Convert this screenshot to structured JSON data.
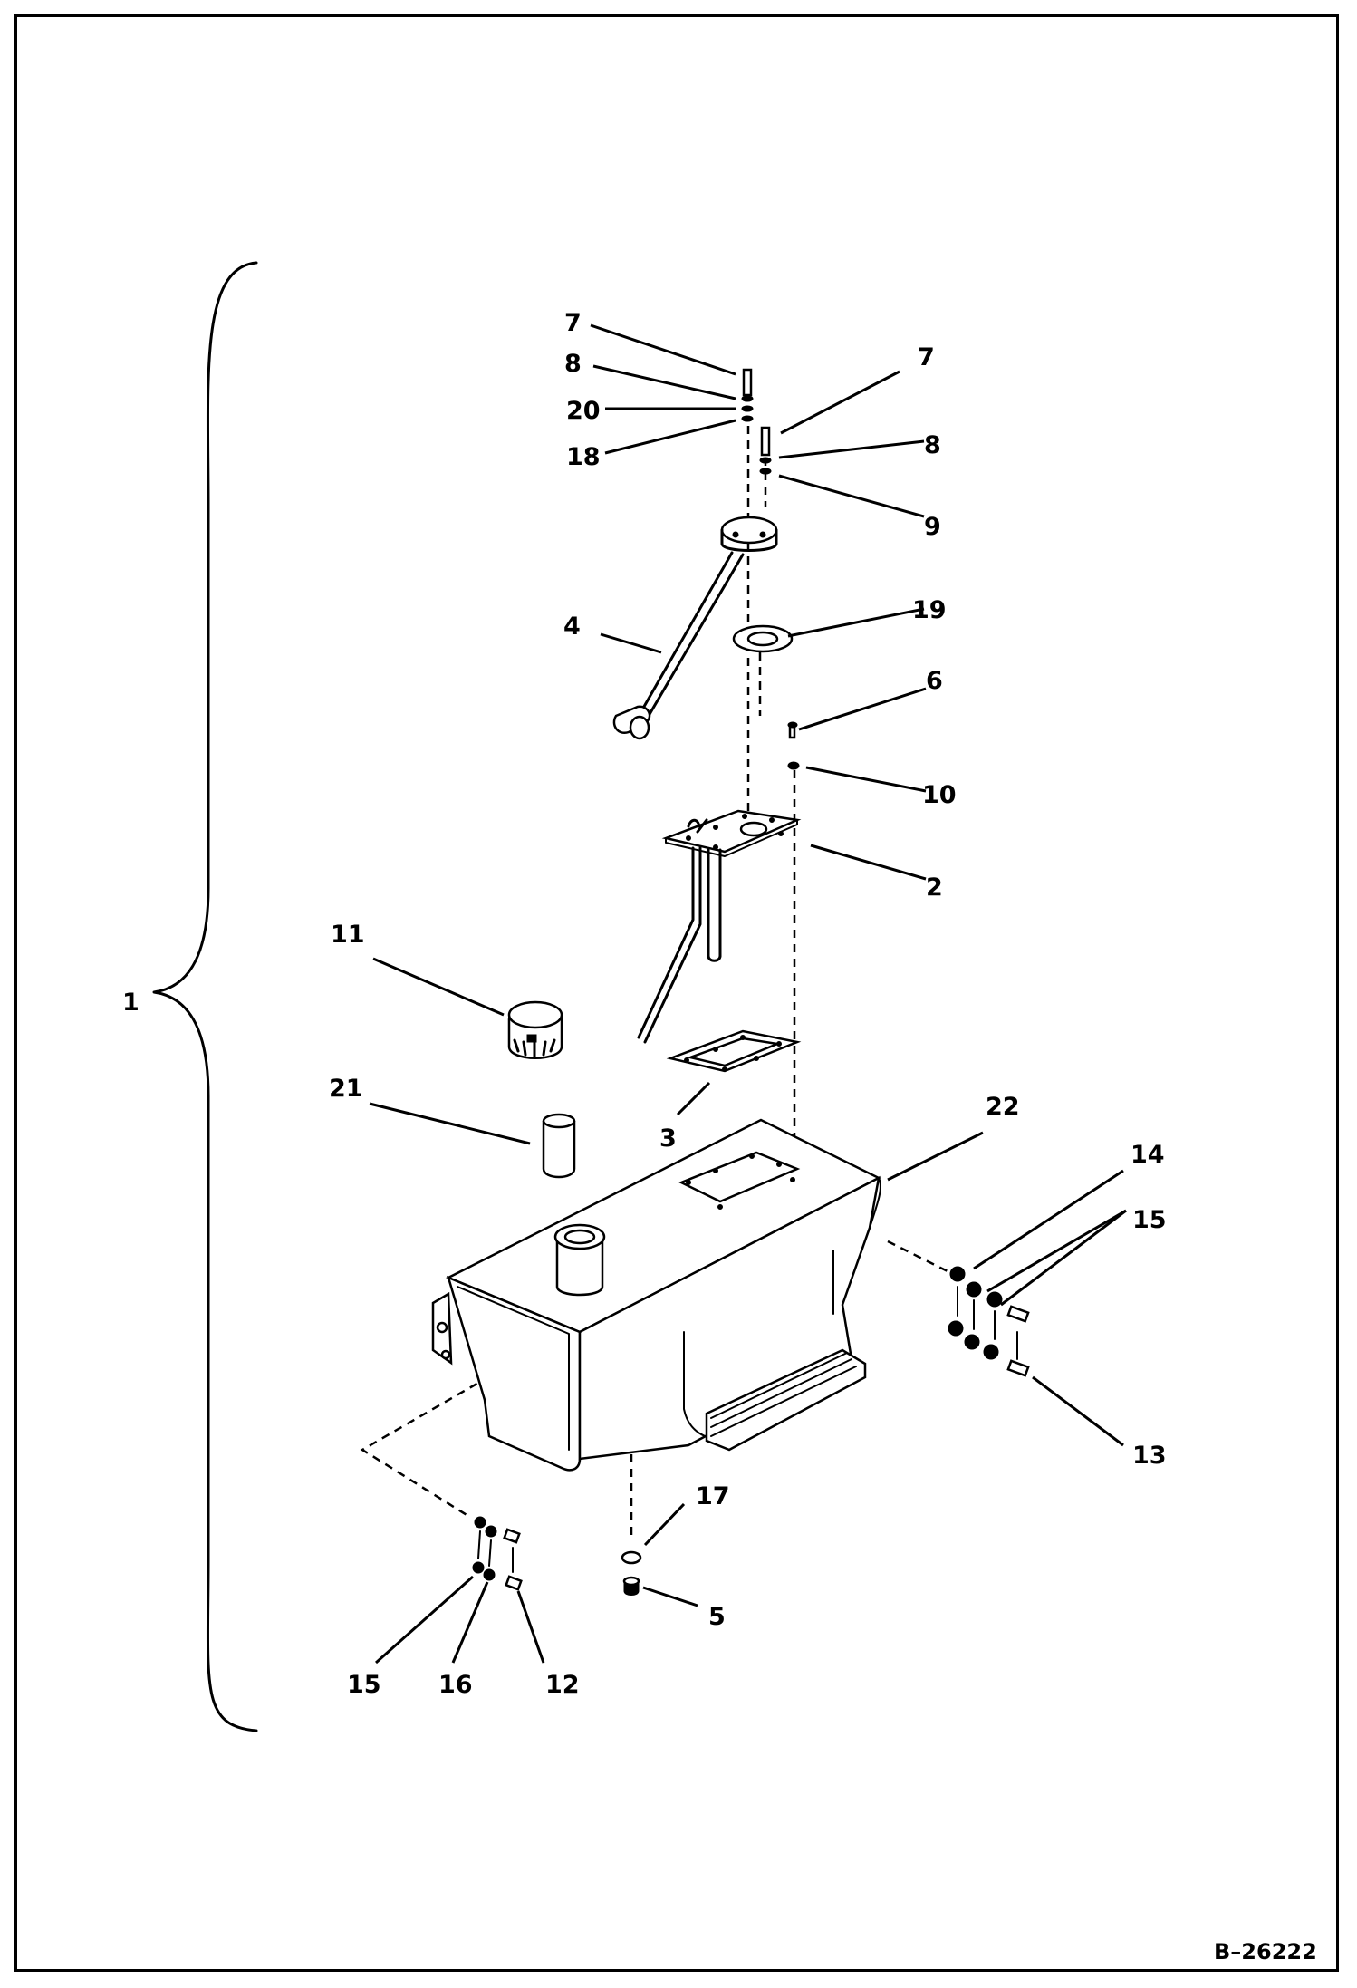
{
  "diagram": {
    "figure_code": "B–26222",
    "callouts": {
      "c1": "1",
      "c2": "2",
      "c3": "3",
      "c4": "4",
      "c5": "5",
      "c6": "6",
      "c7a": "7",
      "c7b": "7",
      "c8a": "8",
      "c8b": "8",
      "c9": "9",
      "c10": "10",
      "c11": "11",
      "c12": "12",
      "c13": "13",
      "c14": "14",
      "c15a": "15",
      "c15b": "15",
      "c16": "16",
      "c17": "17",
      "c18": "18",
      "c19": "19",
      "c20": "20",
      "c21": "21",
      "c22": "22"
    }
  }
}
